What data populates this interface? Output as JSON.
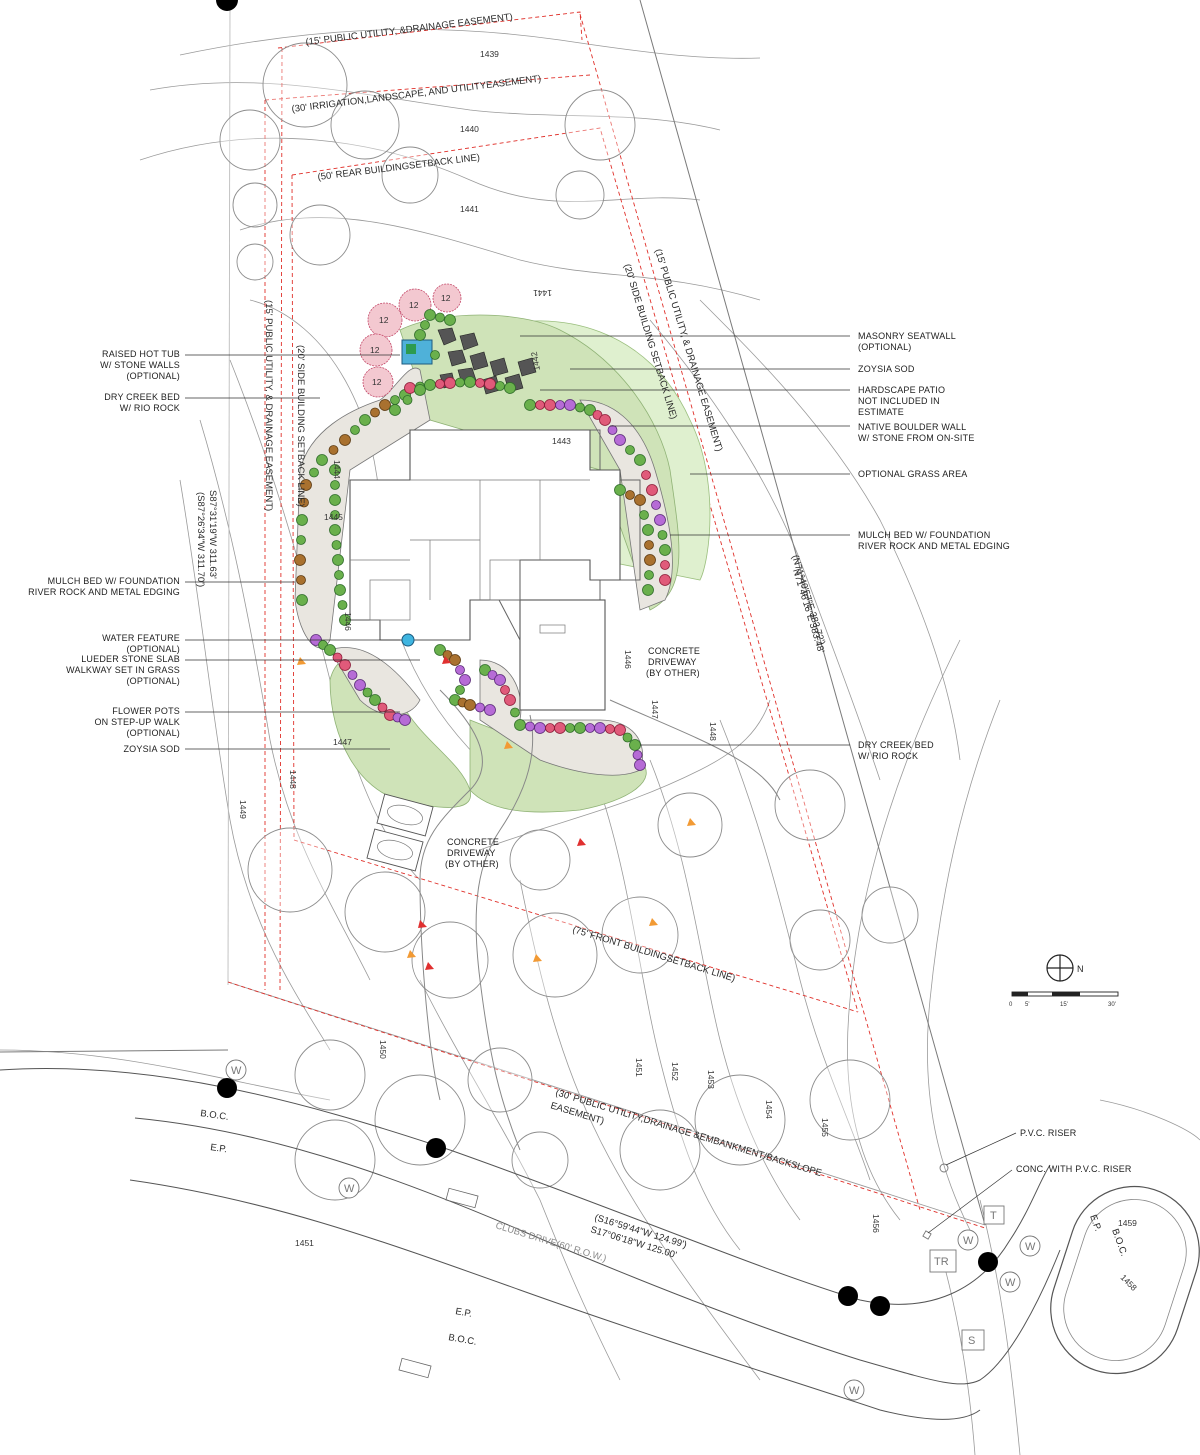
{
  "contours": [
    "1439",
    "1440",
    "1441",
    "1441",
    "1442",
    "1443",
    "1445",
    "1444",
    "1446",
    "1446",
    "1447",
    "1448",
    "1447",
    "1449",
    "1448",
    "1450",
    "1451",
    "1452",
    "1453",
    "1454",
    "1455",
    "1456",
    "1459",
    "1458",
    "1451"
  ],
  "easements": {
    "public_utility_rear": "(15' PUBLIC UTILITY, &DRAINAGE EASEMENT)",
    "irrigation": "(30' IRRIGATION,LANDSCAPE, AND UTILITYEASEMENT)",
    "rear_setback": "(50' REAR BUILDINGSETBACK LINE)",
    "side_setback_left": "(20' SIDE BUILDING SETBACK LINE)",
    "public_utility_left": "(15' PUBLIC UTILITY, & DRAINAGE EASEMENT)",
    "side_setback_right": "(20' SIDE BUILDING SETBACK LINE)",
    "public_utility_right": "(15' PUBLIC UTILITY, & DRAINAGE EASEMENT)",
    "front_setback": "(75' FRONT BUILDINGSETBACK LINE)",
    "front_easement_1": "(30' PUBLIC UTILITY,DRAINAGE &EMBANKMENT/BACKSLOPE",
    "front_easement_2": "EASEMENT)"
  },
  "bearings": {
    "left_1": "(S87°26'34\"W 311.70')",
    "left_2": "S87°31'19\"W 311.63'",
    "right_1": "(N71°40'57\"E 383.72')",
    "right_2": "N71°46'16\"E 383.48'",
    "front_1": "(S16°59'44\"W 124.99')",
    "front_2": "S17°06'18\"W 125.00'"
  },
  "left_callouts": [
    [
      "RAISED HOT TUB",
      "W/ STONE WALLS",
      "(OPTIONAL)"
    ],
    [
      "DRY CREEK BED",
      "W/ RIO ROCK"
    ],
    [
      "MULCH BED W/ FOUNDATION",
      "RIVER ROCK AND METAL EDGING"
    ],
    [
      "WATER FEATURE",
      "(OPTIONAL)"
    ],
    [
      "LUEDER STONE SLAB",
      "WALKWAY SET IN GRASS",
      "(OPTIONAL)"
    ],
    [
      "FLOWER POTS",
      "ON STEP-UP WALK",
      "(OPTIONAL)"
    ],
    [
      "ZOYSIA SOD"
    ]
  ],
  "right_callouts": [
    [
      "MASONRY SEATWALL",
      "(OPTIONAL)"
    ],
    [
      "ZOYSIA SOD"
    ],
    [
      "HARDSCAPE PATIO",
      "NOT INCLUDED IN",
      "ESTIMATE"
    ],
    [
      "NATIVE BOULDER WALL",
      "W/ STONE FROM ON-SITE"
    ],
    [
      "OPTIONAL GRASS AREA"
    ],
    [
      "MULCH BED W/ FOUNDATION",
      "RIVER ROCK AND METAL EDGING"
    ],
    [
      "DRY CREEK BED",
      "W/ RIO ROCK"
    ]
  ],
  "driveway_labels": [
    [
      "CONCRETE",
      "DRIVEWAY",
      "(BY OTHER)"
    ],
    [
      "CONCRETE",
      "DRIVEWAY",
      "(BY OTHER)"
    ]
  ],
  "road": {
    "boc_top": "B.O.C.",
    "ep_top": "E.P.",
    "name": "CLUBS DRIVE(60' R.O.W.)",
    "ep_bottom": "E.P.",
    "boc_bottom": "B.O.C.",
    "ep_cul": "E.P.",
    "boc_cul": "B.O.C."
  },
  "utilities": {
    "pvc_riser": "P.V.C. RISER",
    "conc_riser": "CONC. WITH P.V.C. RISER",
    "markers": [
      "W",
      "W",
      "W",
      "W",
      "W",
      "W",
      "T",
      "TR",
      "S"
    ]
  },
  "tree_number": "12",
  "scale": {
    "north": "N",
    "ticks": [
      "0",
      "5'",
      "15'",
      "30'"
    ]
  },
  "colors": {
    "lawn": "#cfe3b8",
    "optional_grass": "#dff0cf",
    "setback_line": "#e0302a",
    "pole": "#000000"
  }
}
